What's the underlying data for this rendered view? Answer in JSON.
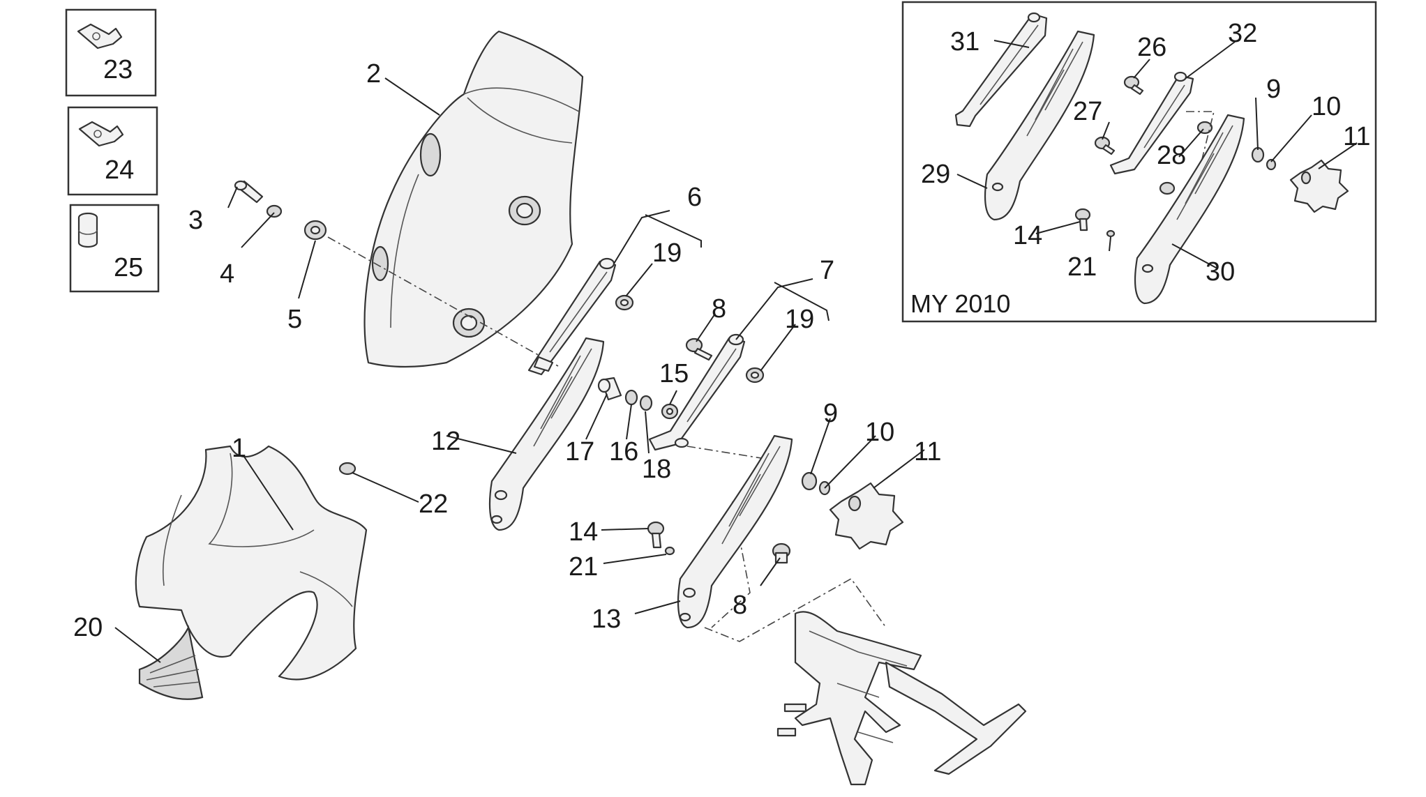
{
  "inset": {
    "caption": "MY 2010"
  },
  "callouts": {
    "c1": "1",
    "c2": "2",
    "c3": "3",
    "c4": "4",
    "c5": "5",
    "c6": "6",
    "c7": "7",
    "c8a": "8",
    "c8b": "8",
    "c9a": "9",
    "c9b": "9",
    "c10a": "10",
    "c10b": "10",
    "c11a": "11",
    "c11b": "11",
    "c12": "12",
    "c13": "13",
    "c14a": "14",
    "c14b": "14",
    "c15": "15",
    "c16": "16",
    "c17": "17",
    "c18": "18",
    "c19a": "19",
    "c19b": "19",
    "c20": "20",
    "c21a": "21",
    "c21b": "21",
    "c22": "22",
    "c23": "23",
    "c24": "24",
    "c25": "25",
    "c26": "26",
    "c27": "27",
    "c28": "28",
    "c29": "29",
    "c30": "30",
    "c31": "31",
    "c32": "32"
  }
}
